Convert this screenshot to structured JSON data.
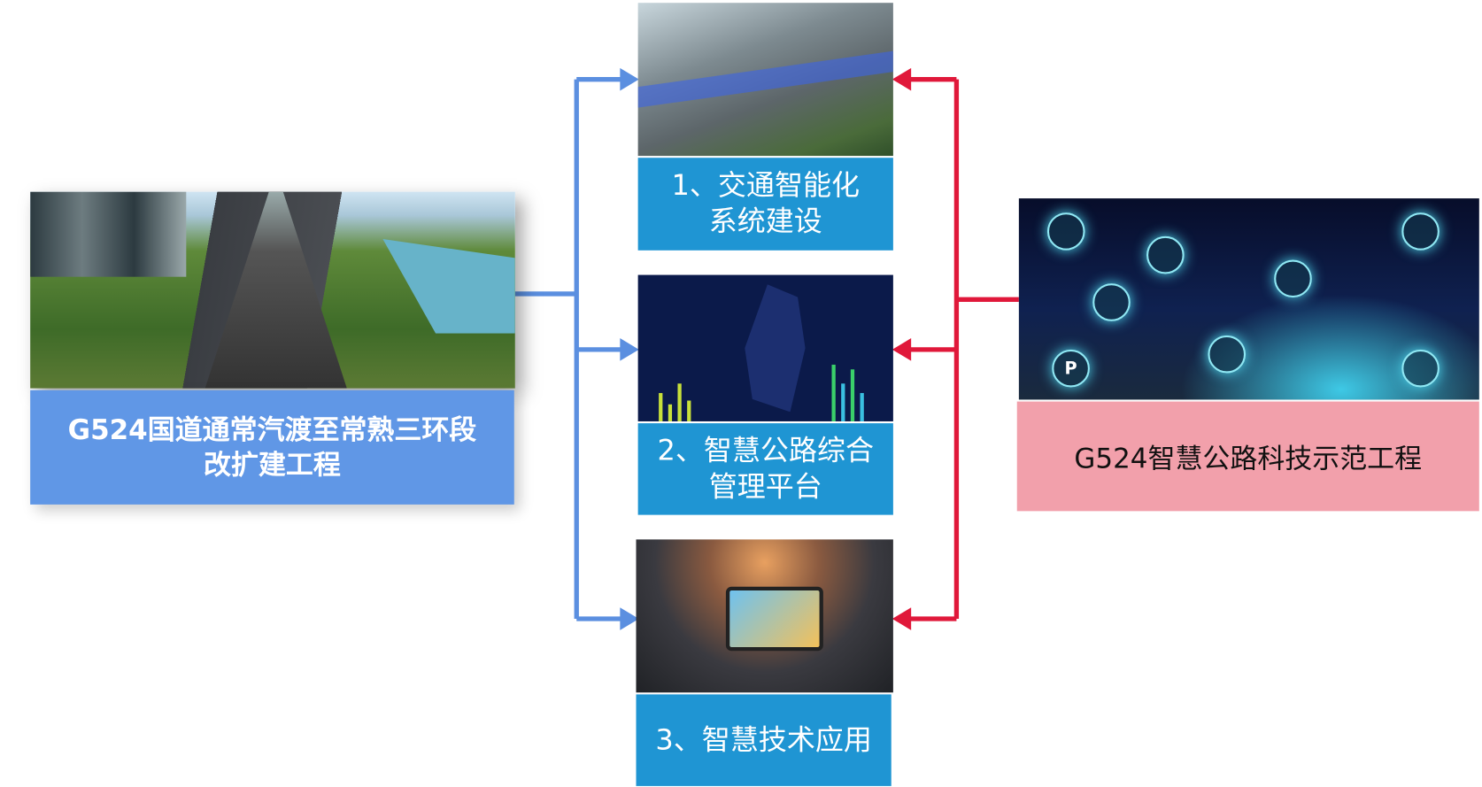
{
  "source_project": {
    "title": "G524国道通常汽渡至常熟三环段改扩建工程"
  },
  "target_project": {
    "title": "G524智慧公路科技示范工程"
  },
  "items": [
    {
      "label": "1、交通智能化系统建设"
    },
    {
      "label": "2、智慧公路综合管理平台"
    },
    {
      "label": "3、智慧技术应用"
    }
  ],
  "right_image_icons": {
    "parking": "P"
  },
  "colors": {
    "left_box": "#6097e6",
    "mid_box": "#1f95d3",
    "right_box": "#f2a0ab",
    "blue_arrow": "#5b8fe0",
    "red_arrow": "#e0183a"
  }
}
